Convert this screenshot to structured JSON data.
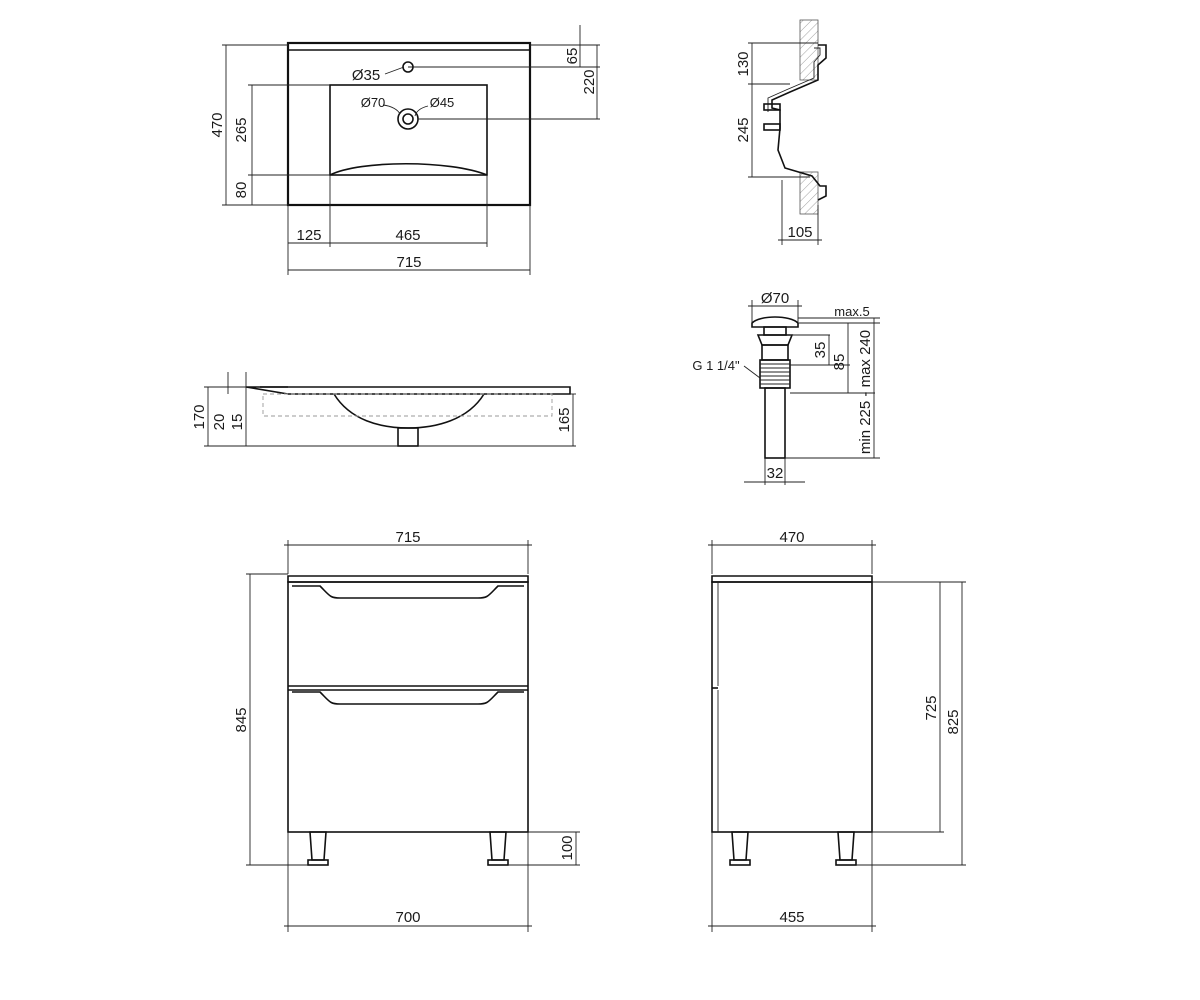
{
  "basin_top": {
    "overall_width": "715",
    "overall_depth": "470",
    "tap_hole_offset": "65",
    "drain_center_offset": "220",
    "bowl_depth": "265",
    "front_rim": "80",
    "bowl_left_offset": "125",
    "bowl_width": "465",
    "tap_hole_diameter": "Ø35",
    "drain_outer_diameter": "Ø70",
    "drain_inner_diameter": "Ø45"
  },
  "basin_section": {
    "top_height": "130",
    "bowl_height": "245",
    "wall_depth": "105"
  },
  "basin_front": {
    "total_height": "170",
    "rim_height": "20",
    "edge_height": "15",
    "bowl_depth": "165"
  },
  "drain_valve": {
    "cap_diameter": "Ø70",
    "max_cap_height": "max.5",
    "thread": "G 1 1/4\"",
    "body_height_1": "35",
    "body_height_2": "85",
    "adjust_range": "min 225 - max 240",
    "pipe_diameter": "32"
  },
  "cabinet_front": {
    "top_width": "715",
    "total_height": "845",
    "leg_height": "100",
    "body_width": "700"
  },
  "cabinet_side": {
    "top_depth": "470",
    "body_height": "725",
    "total_height": "825",
    "body_depth": "455"
  }
}
